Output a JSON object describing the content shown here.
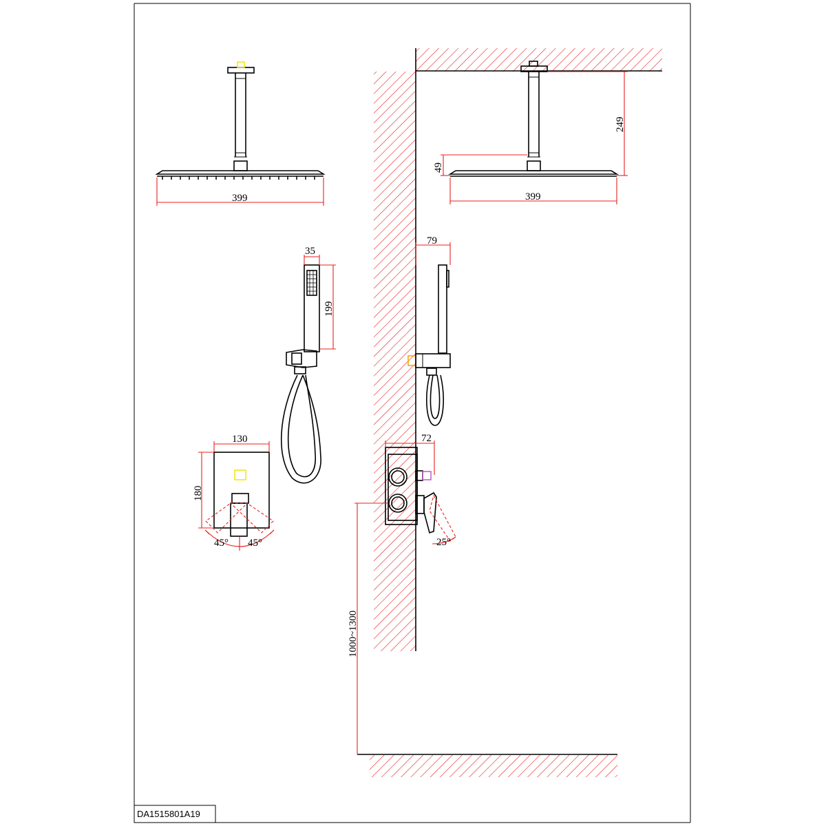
{
  "drawing_code": "DA1515801A19",
  "dimensions": {
    "head_width_front": "399",
    "head_width_side": "399",
    "arm_drop": "249",
    "head_thickness": "49",
    "handshower_width": "35",
    "handshower_length": "199",
    "handshower_projection": "79",
    "plate_width": "130",
    "plate_height": "180",
    "valve_depth": "72",
    "valve_height": "1000~1300"
  },
  "angles": {
    "left": "45°",
    "right": "45°",
    "lever": "25°"
  },
  "colors": {
    "line": "#000000",
    "dimension_line": "#e8201e",
    "marker_yellow": "#f2e600",
    "marker_purple": "#b35fbf"
  }
}
